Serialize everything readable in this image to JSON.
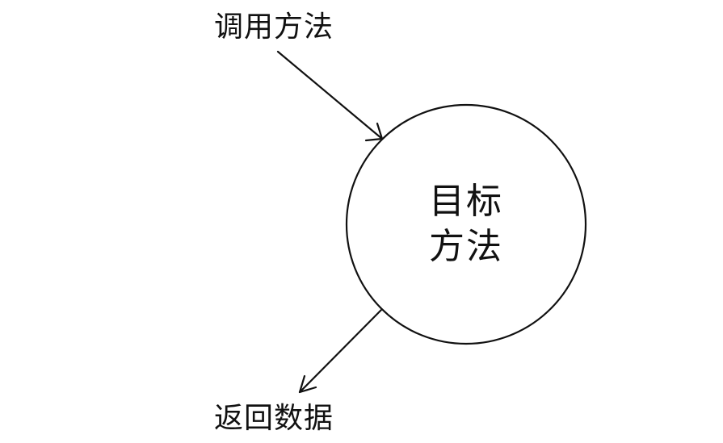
{
  "diagram": {
    "nodes": [
      {
        "id": "target",
        "shape": "circle",
        "label_line1": "目标",
        "label_line2": "方法",
        "label": "目标方法"
      }
    ],
    "edges": [
      {
        "id": "call",
        "direction": "incoming",
        "label": "调用方法"
      },
      {
        "id": "return",
        "direction": "outgoing",
        "label": "返回数据"
      }
    ],
    "colors": {
      "stroke": "#111111",
      "background": "#ffffff"
    }
  }
}
